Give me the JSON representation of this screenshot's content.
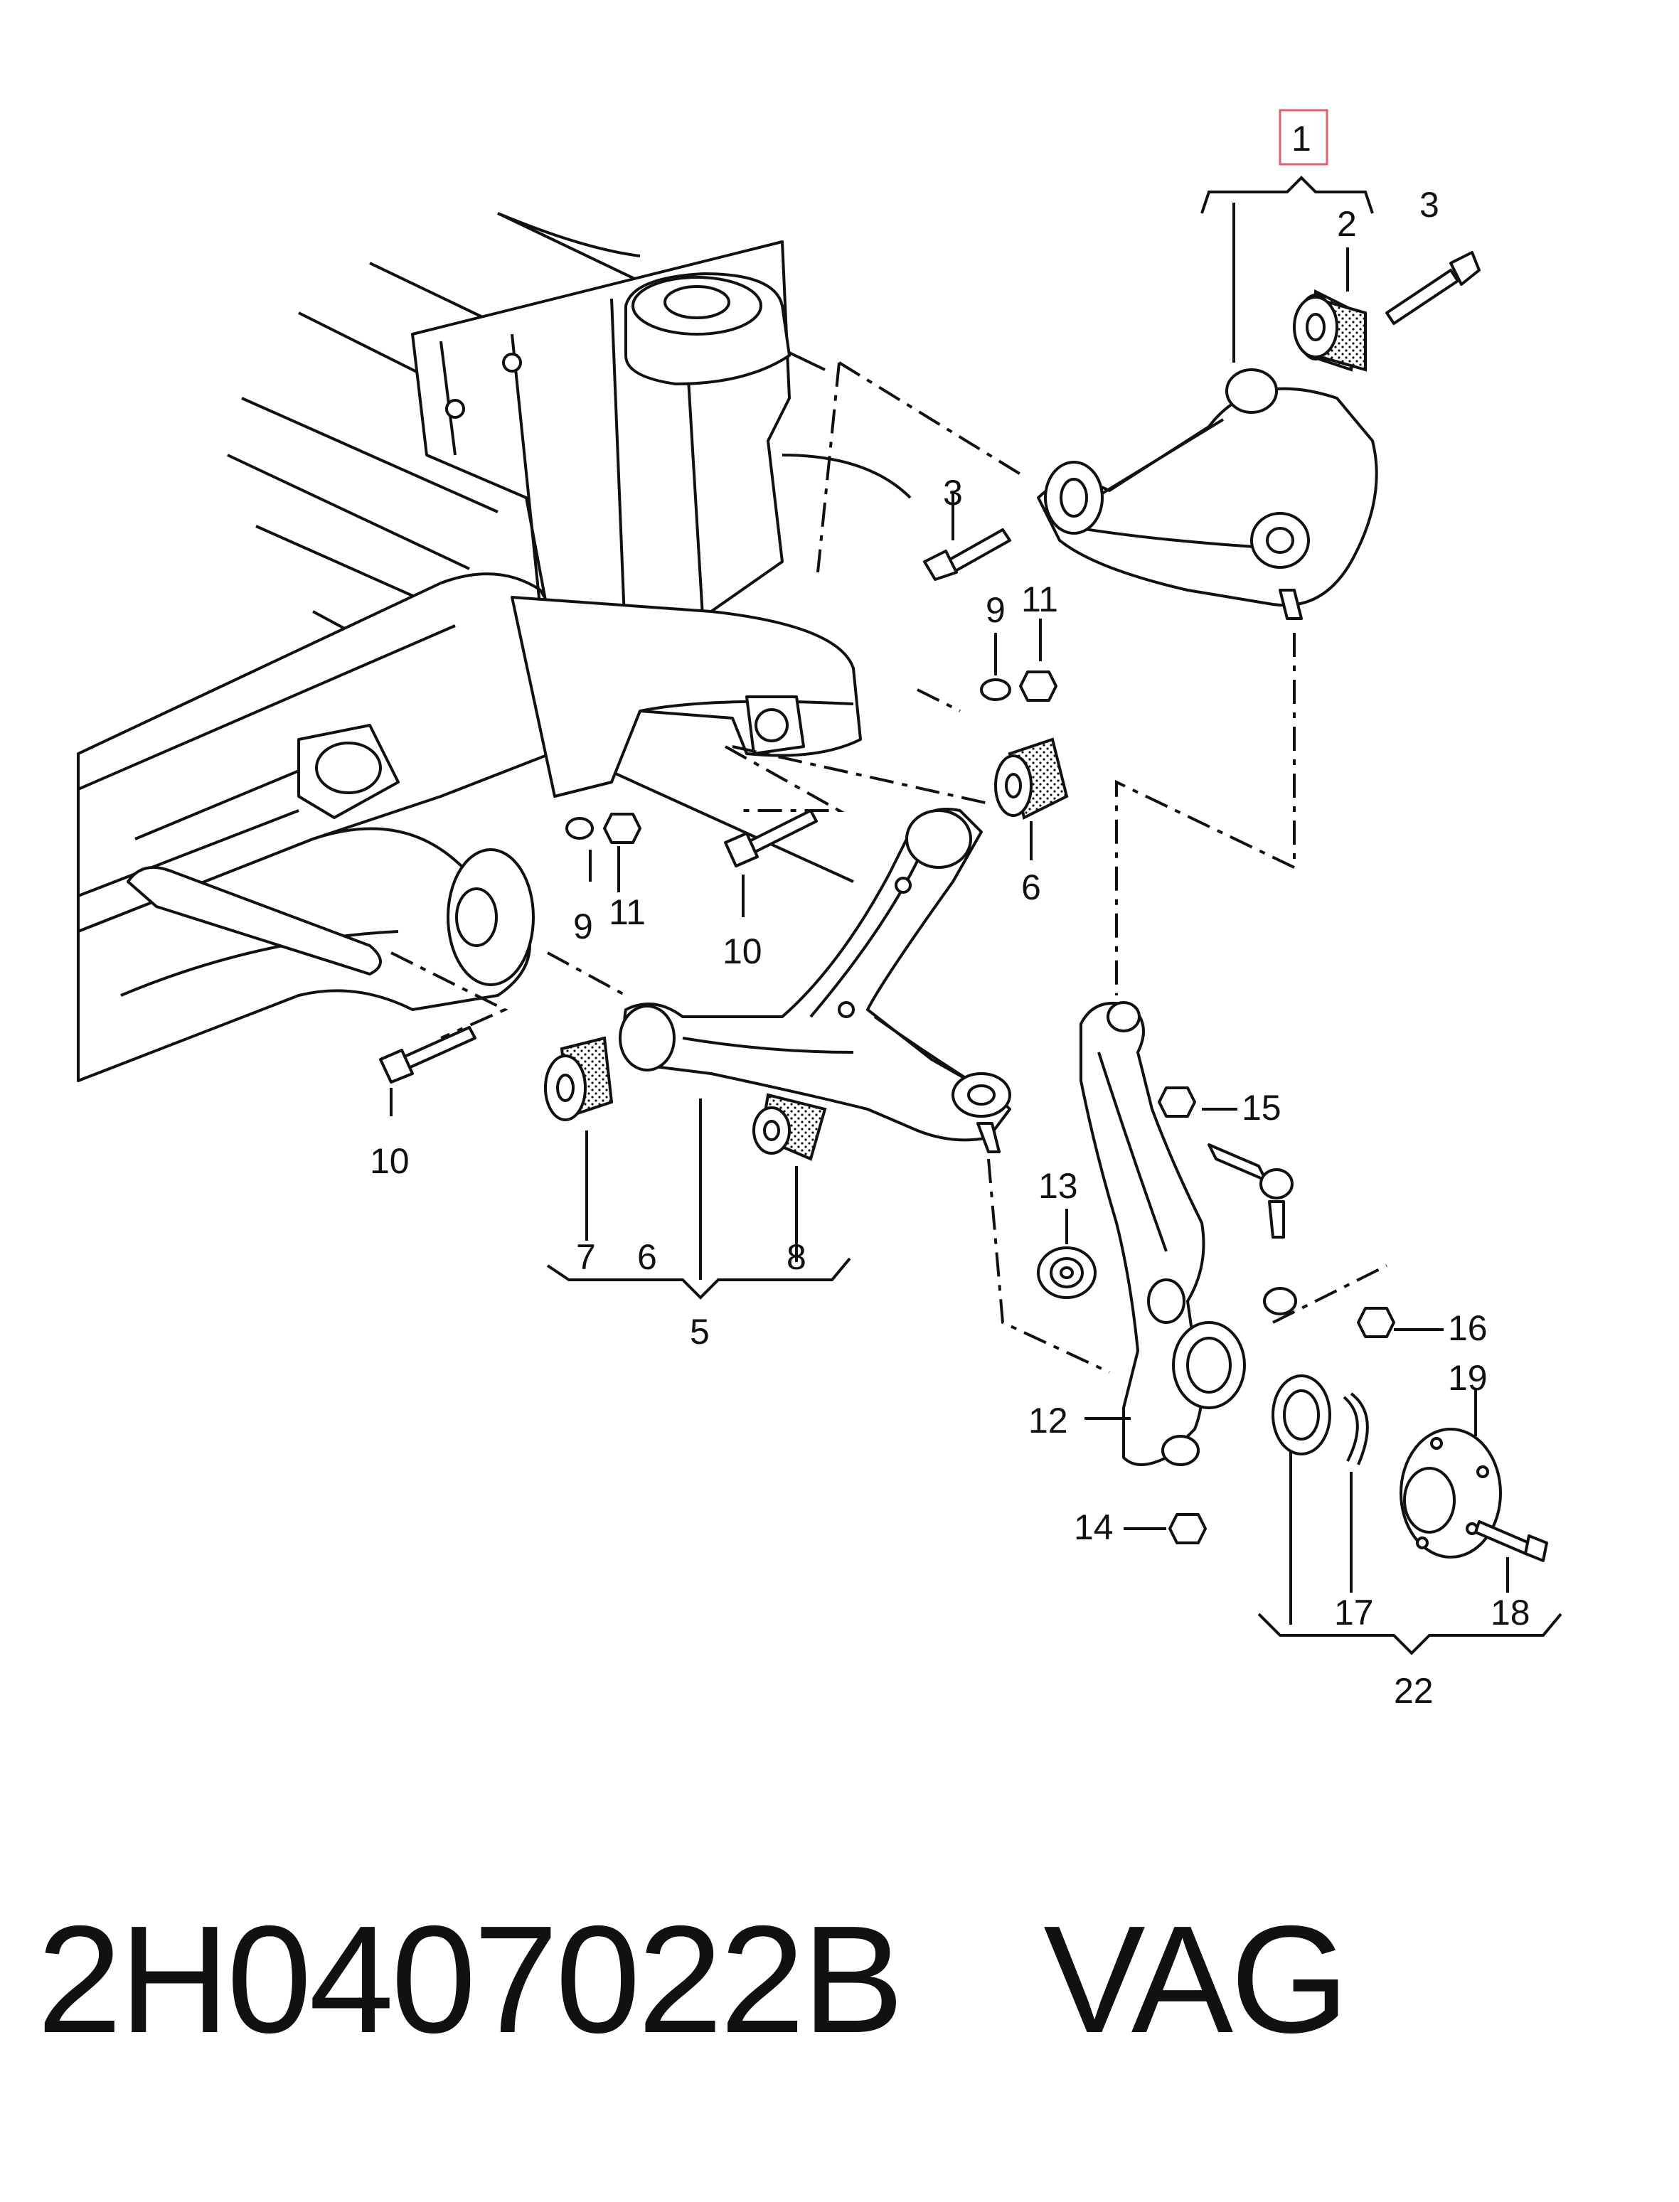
{
  "caption": {
    "part_number": "2H0407022B",
    "brand": "VAG"
  },
  "callouts": {
    "c1": "1",
    "c2": "2",
    "c3a": "3",
    "c3b": "3",
    "c5": "5",
    "c6a": "6",
    "c6b": "6",
    "c7": "7",
    "c8": "8",
    "c9a": "9",
    "c9b": "9",
    "c10a": "10",
    "c10b": "10",
    "c11a": "11",
    "c11b": "11",
    "c12": "12",
    "c13": "13",
    "c14": "14",
    "c15": "15",
    "c16": "16",
    "c17": "17",
    "c18": "18",
    "c19": "19",
    "c22": "22"
  },
  "highlight_color": "#e06070"
}
